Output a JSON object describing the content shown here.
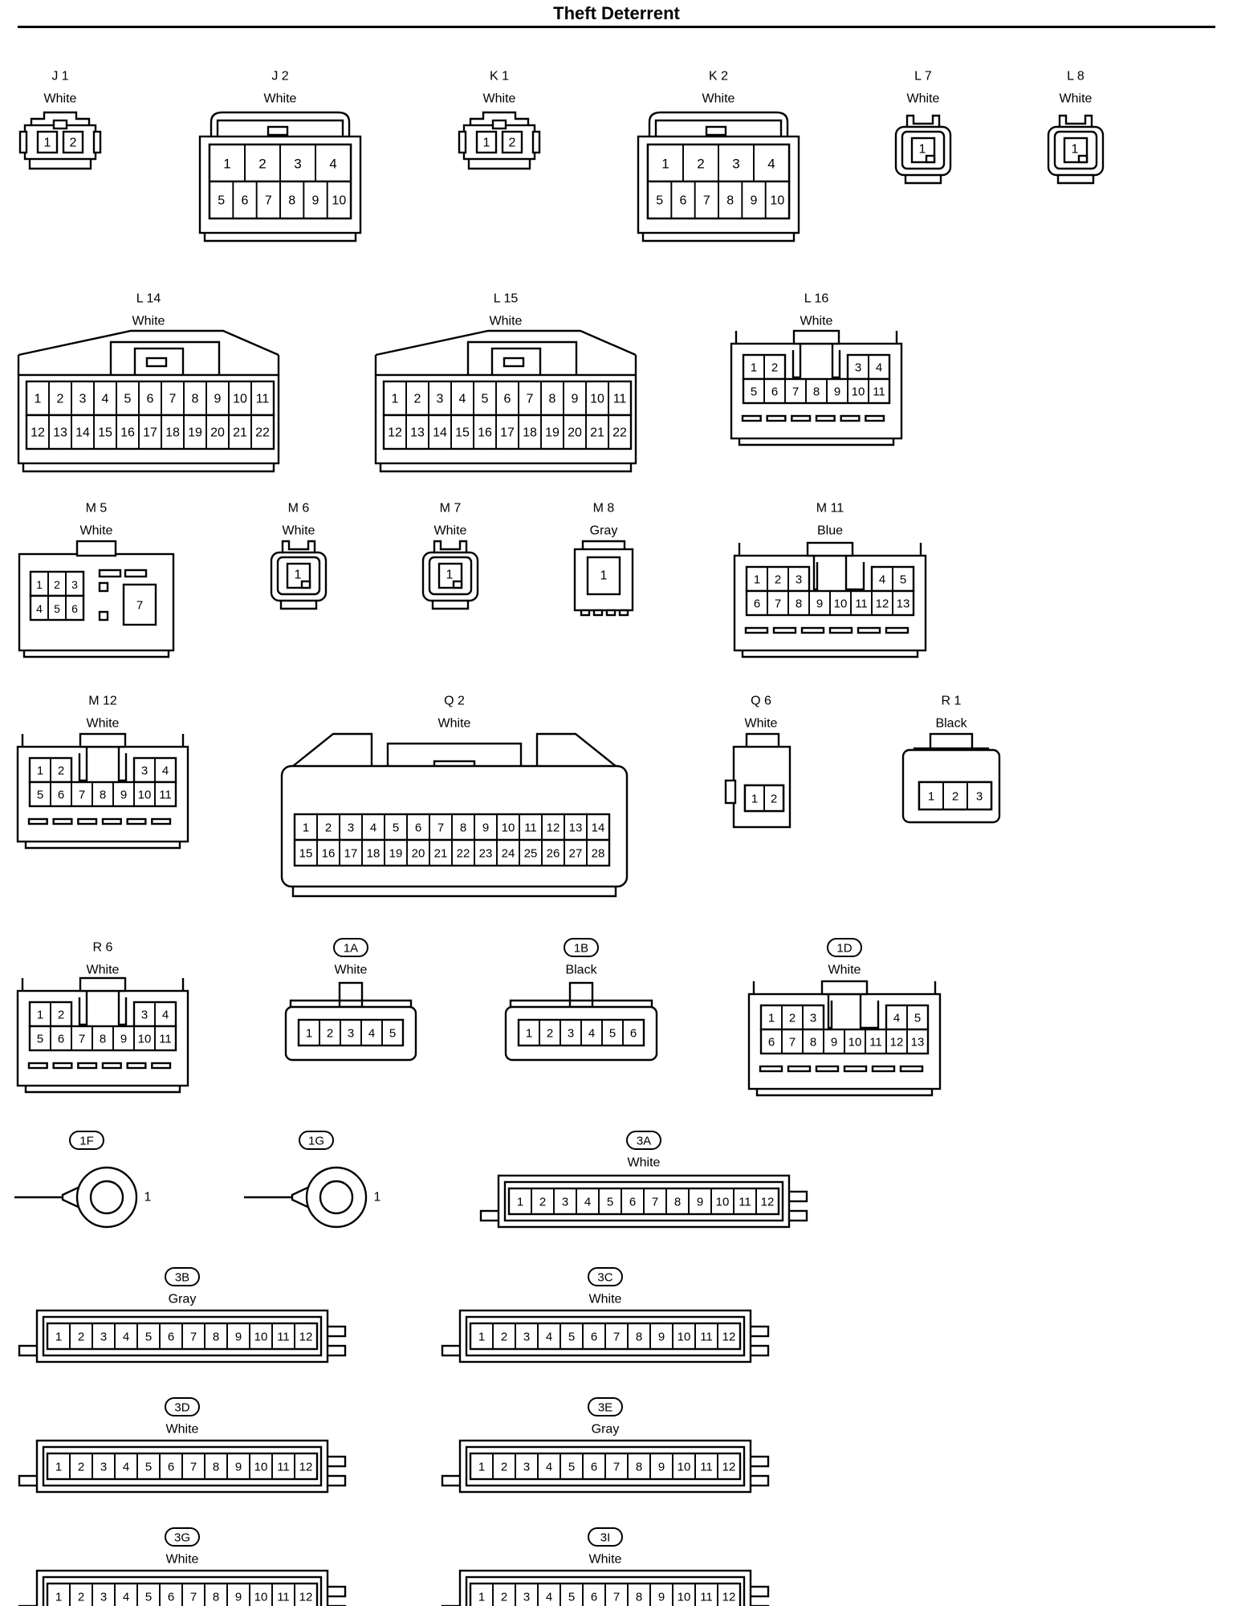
{
  "page": {
    "title": "Theft Deterrent"
  },
  "connectors": [
    {
      "id": "J1",
      "code": "J 1",
      "color": "White",
      "type": "small2",
      "rows": [
        [
          "1",
          "2"
        ]
      ]
    },
    {
      "id": "J2",
      "code": "J 2",
      "color": "White",
      "type": "box10",
      "rows": [
        [
          "1",
          "2",
          "3",
          "4"
        ],
        [
          "5",
          "6",
          "7",
          "8",
          "9",
          "10"
        ]
      ]
    },
    {
      "id": "K1",
      "code": "K 1",
      "color": "White",
      "type": "small2",
      "rows": [
        [
          "1",
          "2"
        ]
      ]
    },
    {
      "id": "K2",
      "code": "K 2",
      "color": "White",
      "type": "box10",
      "rows": [
        [
          "1",
          "2",
          "3",
          "4"
        ],
        [
          "5",
          "6",
          "7",
          "8",
          "9",
          "10"
        ]
      ]
    },
    {
      "id": "L7",
      "code": "L 7",
      "color": "White",
      "type": "single",
      "rows": [
        [
          "1"
        ]
      ]
    },
    {
      "id": "L8",
      "code": "L 8",
      "color": "White",
      "type": "single",
      "rows": [
        [
          "1"
        ]
      ]
    },
    {
      "id": "L14",
      "code": "L 14",
      "color": "White",
      "type": "wide22",
      "rows": [
        [
          "1",
          "2",
          "3",
          "4",
          "5",
          "6",
          "7",
          "8",
          "9",
          "10",
          "11"
        ],
        [
          "12",
          "13",
          "14",
          "15",
          "16",
          "17",
          "18",
          "19",
          "20",
          "21",
          "22"
        ]
      ]
    },
    {
      "id": "L15",
      "code": "L 15",
      "color": "White",
      "type": "wide22",
      "rows": [
        [
          "1",
          "2",
          "3",
          "4",
          "5",
          "6",
          "7",
          "8",
          "9",
          "10",
          "11"
        ],
        [
          "12",
          "13",
          "14",
          "15",
          "16",
          "17",
          "18",
          "19",
          "20",
          "21",
          "22"
        ]
      ]
    },
    {
      "id": "L16",
      "code": "L 16",
      "color": "White",
      "type": "split11",
      "rows": [
        [
          "1",
          "2"
        ],
        [
          "3",
          "4"
        ],
        [
          "5",
          "6",
          "7",
          "8",
          "9",
          "10",
          "11"
        ]
      ]
    },
    {
      "id": "M5",
      "code": "M 5",
      "color": "White",
      "type": "m5",
      "rows": [
        [
          "1",
          "2",
          "3"
        ],
        [
          "4",
          "5",
          "6"
        ],
        [
          "7"
        ]
      ]
    },
    {
      "id": "M6",
      "code": "M 6",
      "color": "White",
      "type": "single",
      "rows": [
        [
          "1"
        ]
      ]
    },
    {
      "id": "M7",
      "code": "M 7",
      "color": "White",
      "type": "single",
      "rows": [
        [
          "1"
        ]
      ]
    },
    {
      "id": "M8",
      "code": "M 8",
      "color": "Gray",
      "type": "single-sq",
      "rows": [
        [
          "1"
        ]
      ]
    },
    {
      "id": "M11",
      "code": "M 11",
      "color": "Blue",
      "type": "split13",
      "rows": [
        [
          "1",
          "2",
          "3"
        ],
        [
          "4",
          "5"
        ],
        [
          "6",
          "7",
          "8",
          "9",
          "10",
          "11",
          "12",
          "13"
        ]
      ]
    },
    {
      "id": "M12",
      "code": "M 12",
      "color": "White",
      "type": "split11",
      "rows": [
        [
          "1",
          "2"
        ],
        [
          "3",
          "4"
        ],
        [
          "5",
          "6",
          "7",
          "8",
          "9",
          "10",
          "11"
        ]
      ]
    },
    {
      "id": "Q2",
      "code": "Q 2",
      "color": "White",
      "type": "q2",
      "rows": [
        [
          "1",
          "2",
          "3",
          "4",
          "5",
          "6",
          "7",
          "8",
          "9",
          "10",
          "11",
          "12",
          "13",
          "14"
        ],
        [
          "15",
          "16",
          "17",
          "18",
          "19",
          "20",
          "21",
          "22",
          "23",
          "24",
          "25",
          "26",
          "27",
          "28"
        ]
      ]
    },
    {
      "id": "Q6",
      "code": "Q 6",
      "color": "White",
      "type": "small2v",
      "rows": [
        [
          "1",
          "2"
        ]
      ]
    },
    {
      "id": "R1",
      "code": "R 1",
      "color": "Black",
      "type": "small3",
      "rows": [
        [
          "1",
          "2",
          "3"
        ]
      ]
    },
    {
      "id": "R6",
      "code": "R 6",
      "color": "White",
      "type": "split11",
      "rows": [
        [
          "1",
          "2"
        ],
        [
          "3",
          "4"
        ],
        [
          "5",
          "6",
          "7",
          "8",
          "9",
          "10",
          "11"
        ]
      ]
    },
    {
      "id": "1A",
      "code": "1A",
      "color": "White",
      "type": "row5",
      "rows": [
        [
          "1",
          "2",
          "3",
          "4",
          "5"
        ]
      ]
    },
    {
      "id": "1B",
      "code": "1B",
      "color": "Black",
      "type": "row6",
      "rows": [
        [
          "1",
          "2",
          "3",
          "4",
          "5",
          "6"
        ]
      ]
    },
    {
      "id": "1D",
      "code": "1D",
      "color": "White",
      "type": "split13",
      "rows": [
        [
          "1",
          "2",
          "3"
        ],
        [
          "4",
          "5"
        ],
        [
          "6",
          "7",
          "8",
          "9",
          "10",
          "11",
          "12",
          "13"
        ]
      ]
    },
    {
      "id": "1F",
      "code": "1F",
      "color": "",
      "type": "terminal",
      "rows": [
        [
          "1"
        ]
      ]
    },
    {
      "id": "1G",
      "code": "1G",
      "color": "",
      "type": "terminal",
      "rows": [
        [
          "1"
        ]
      ]
    },
    {
      "id": "3A",
      "code": "3A",
      "color": "White",
      "type": "strip12",
      "rows": [
        [
          "1",
          "2",
          "3",
          "4",
          "5",
          "6",
          "7",
          "8",
          "9",
          "10",
          "11",
          "12"
        ]
      ]
    },
    {
      "id": "3B",
      "code": "3B",
      "color": "Gray",
      "type": "strip12",
      "rows": [
        [
          "1",
          "2",
          "3",
          "4",
          "5",
          "6",
          "7",
          "8",
          "9",
          "10",
          "11",
          "12"
        ]
      ]
    },
    {
      "id": "3C",
      "code": "3C",
      "color": "White",
      "type": "strip12",
      "rows": [
        [
          "1",
          "2",
          "3",
          "4",
          "5",
          "6",
          "7",
          "8",
          "9",
          "10",
          "11",
          "12"
        ]
      ]
    },
    {
      "id": "3D",
      "code": "3D",
      "color": "White",
      "type": "strip12",
      "rows": [
        [
          "1",
          "2",
          "3",
          "4",
          "5",
          "6",
          "7",
          "8",
          "9",
          "10",
          "11",
          "12"
        ]
      ]
    },
    {
      "id": "3E",
      "code": "3E",
      "color": "Gray",
      "type": "strip12",
      "rows": [
        [
          "1",
          "2",
          "3",
          "4",
          "5",
          "6",
          "7",
          "8",
          "9",
          "10",
          "11",
          "12"
        ]
      ]
    },
    {
      "id": "3G",
      "code": "3G",
      "color": "White",
      "type": "strip12",
      "rows": [
        [
          "1",
          "2",
          "3",
          "4",
          "5",
          "6",
          "7",
          "8",
          "9",
          "10",
          "11",
          "12"
        ]
      ]
    },
    {
      "id": "3I",
      "code": "3I",
      "color": "White",
      "type": "strip12",
      "rows": [
        [
          "1",
          "2",
          "3",
          "4",
          "5",
          "6",
          "7",
          "8",
          "9",
          "10",
          "11",
          "12"
        ]
      ]
    }
  ]
}
